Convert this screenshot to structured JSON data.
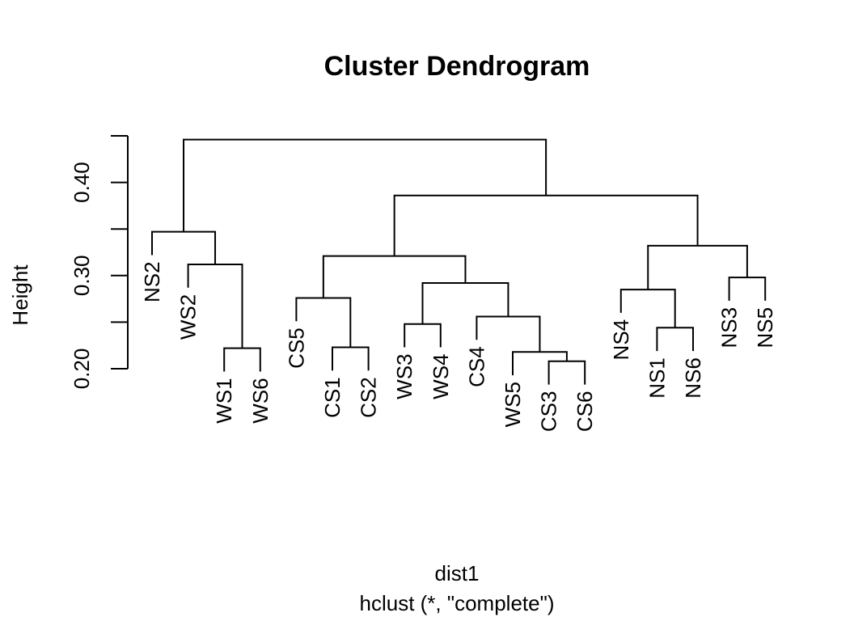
{
  "chart_data": {
    "type": "dendrogram",
    "title": "Cluster Dendrogram",
    "ylabel": "Height",
    "xlabel": "dist1",
    "sub": "hclust (*, \"complete\")",
    "method": "complete",
    "yticks": [
      0.2,
      0.25,
      0.3,
      0.35,
      0.4,
      0.45
    ],
    "ytick_labels": [
      "0.20",
      "",
      "0.30",
      "",
      "0.40",
      ""
    ],
    "leaves": [
      "NS2",
      "WS2",
      "WS1",
      "WS6",
      "CS5",
      "CS1",
      "CS2",
      "WS3",
      "WS4",
      "CS4",
      "WS5",
      "CS3",
      "CS6",
      "NS4",
      "NS1",
      "NS6",
      "NS3",
      "NS5"
    ],
    "merges": [
      [
        "CS3",
        "CS6",
        0.208
      ],
      [
        "WS5",
        "m1",
        0.218
      ],
      [
        "WS1",
        "WS6",
        0.222
      ],
      [
        "CS1",
        "CS2",
        0.223
      ],
      [
        "NS1",
        "NS6",
        0.244
      ],
      [
        "WS3",
        "WS4",
        0.248
      ],
      [
        "CS4",
        "m2",
        0.256
      ],
      [
        "CS5",
        "m4",
        0.276
      ],
      [
        "NS4",
        "m5",
        0.285
      ],
      [
        "m6",
        "m7",
        0.292
      ],
      [
        "NS3",
        "NS5",
        0.298
      ],
      [
        "WS2",
        "m3",
        0.312
      ],
      [
        "m8",
        "m10",
        0.321
      ],
      [
        "m9",
        "m11",
        0.332
      ],
      [
        "NS2",
        "m12",
        0.347
      ],
      [
        "m13",
        "m14",
        0.386
      ],
      [
        "m15",
        "m16",
        0.446
      ]
    ]
  }
}
